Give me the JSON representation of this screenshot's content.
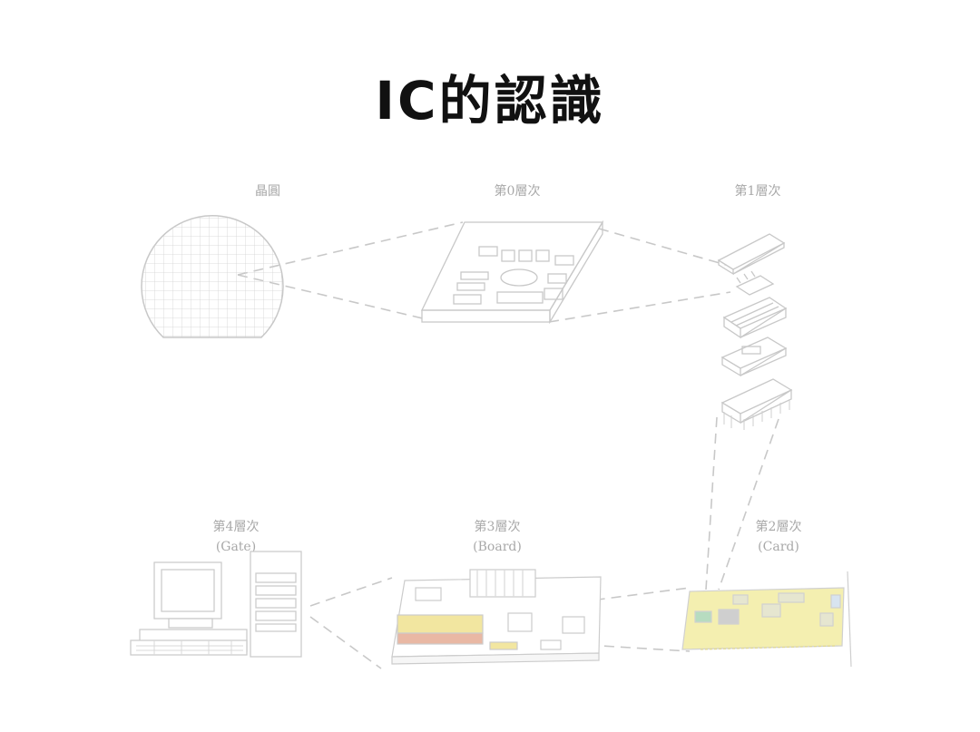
{
  "title": "IC的認識",
  "labels": {
    "wafer": "晶圓",
    "level0": "第0層次",
    "level1": "第1層次",
    "level2": "第2層次",
    "level2_en": "(Card)",
    "level3": "第3層次",
    "level3_en": "(Board)",
    "level4": "第4層次",
    "level4_en": "(Gate)"
  },
  "colors": {
    "line": "#c8c8c8",
    "card": "#f4efb0",
    "board_block": "#f2e6a0",
    "board_red": "#e9b8a4",
    "card_green": "#b7dcc0"
  },
  "icons": [
    "wafer-icon",
    "die-icon",
    "chip-package-icon",
    "expansion-card-icon",
    "motherboard-icon",
    "computer-icon"
  ]
}
